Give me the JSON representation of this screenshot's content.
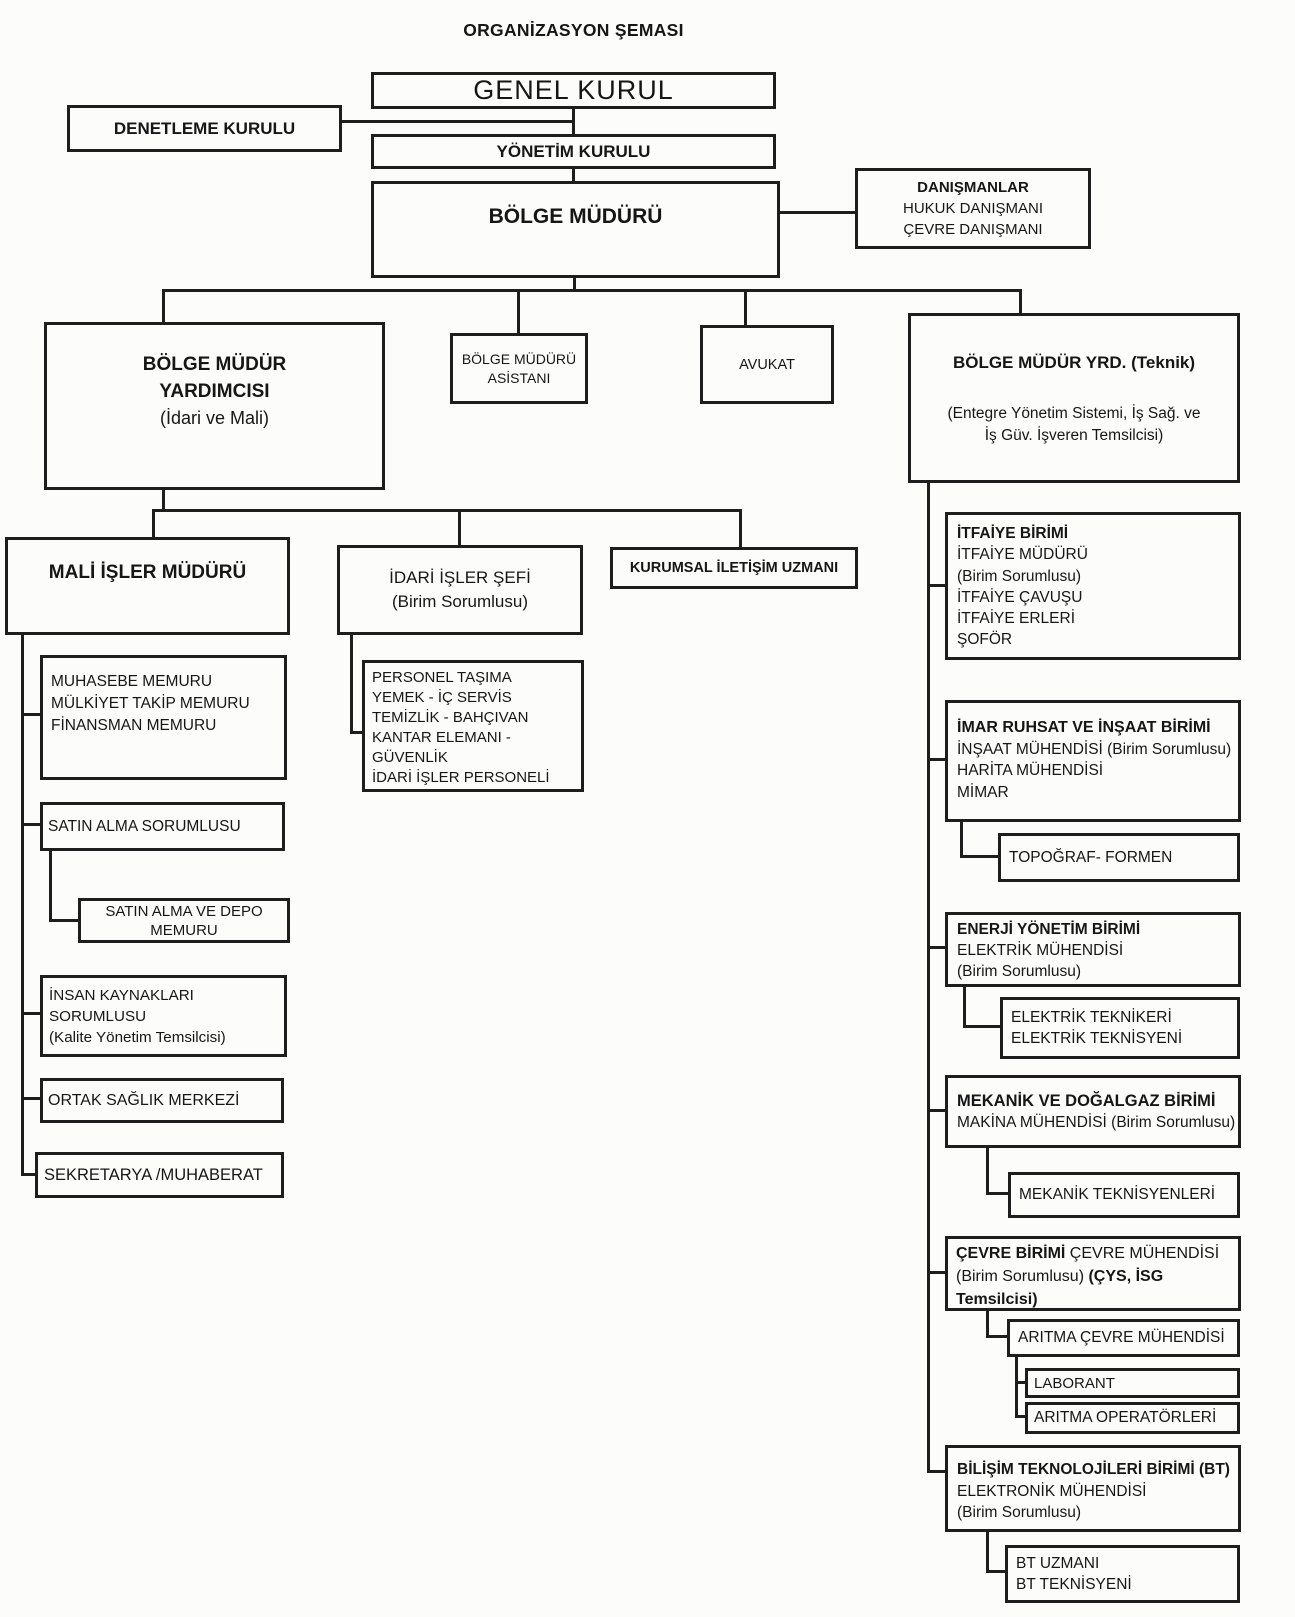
{
  "title": "ORGANİZASYON ŞEMASI",
  "colors": {
    "ink": "#1e1e1e",
    "paper": "#fcfcfb"
  },
  "nodes": {
    "genel_kurul": {
      "label": "GENEL KURUL"
    },
    "denetleme_kurulu": {
      "label": "DENETLEME KURULU"
    },
    "yonetim_kurulu": {
      "label": "YÖNETİM KURULU"
    },
    "bolge_muduru": {
      "label": "BÖLGE MÜDÜRÜ"
    },
    "danismanlar": {
      "title": "DANIŞMANLAR",
      "lines": [
        "HUKUK DANIŞMANI",
        "ÇEVRE DANIŞMANI"
      ]
    },
    "bolge_mudur_yardimcisi": {
      "line1": "BÖLGE MÜDÜR",
      "line2": "YARDIMCISI",
      "line3": "(İdari ve Mali)"
    },
    "bolge_muduru_asistani": {
      "line1": "BÖLGE MÜDÜRÜ",
      "line2": "ASİSTANI"
    },
    "avukat": {
      "label": "AVUKAT"
    },
    "bolge_mudur_yrd_teknik": {
      "title": "BÖLGE MÜDÜR YRD. (Teknik)",
      "subtitle1": "(Entegre Yönetim Sistemi, İş Sağ. ve",
      "subtitle2": "İş Güv. İşveren Temsilcisi)"
    },
    "mali_isler_muduru": {
      "label": "MALİ İŞLER MÜDÜRÜ"
    },
    "idari_isler_sefi": {
      "line1": "İDARİ İŞLER ŞEFİ",
      "line2": "(Birim Sorumlusu)"
    },
    "kurumsal_iletisim_uzmani": {
      "label": "KURUMSAL İLETİŞİM UZMANI"
    },
    "muhasebe": {
      "lines": [
        "MUHASEBE MEMURU",
        "MÜLKİYET TAKİP MEMURU",
        "FİNANSMAN MEMURU"
      ]
    },
    "satin_alma_sorumlusu": {
      "label": "SATIN ALMA SORUMLUSU"
    },
    "satin_alma_depo": {
      "line1": "SATIN ALMA VE DEPO",
      "line2": "MEMURU"
    },
    "insan_kaynaklari": {
      "lines": [
        "İNSAN KAYNAKLARI",
        "SORUMLUSU",
        "(Kalite Yönetim Temsilcisi)"
      ]
    },
    "ortak_saglik": {
      "label": "ORTAK SAĞLIK MERKEZİ"
    },
    "sekretarya": {
      "label": "SEKRETARYA /MUHABERAT"
    },
    "personel": {
      "lines": [
        "PERSONEL TAŞIMA",
        "YEMEK - İÇ SERVİS",
        "TEMİZLİK - BAHÇIVAN",
        "KANTAR ELEMANI -",
        "GÜVENLİK",
        "İDARİ İŞLER PERSONELİ"
      ]
    },
    "itfaiye": {
      "title": "İTFAİYE BİRİMİ",
      "lines": [
        "İTFAİYE MÜDÜRÜ",
        "(Birim Sorumlusu)",
        "İTFAİYE ÇAVUŞU",
        "İTFAİYE ERLERİ",
        "ŞOFÖR"
      ]
    },
    "imar": {
      "title": "İMAR RUHSAT VE İNŞAAT BİRİMİ",
      "lines": [
        "İNŞAAT MÜHENDİSİ (Birim Sorumlusu)",
        "HARİTA MÜHENDİSİ",
        "MİMAR"
      ]
    },
    "topograf": {
      "label": "TOPOĞRAF- FORMEN"
    },
    "enerji": {
      "title": "ENERJİ YÖNETİM BİRİMİ",
      "lines": [
        "ELEKTRİK MÜHENDİSİ",
        "(Birim Sorumlusu)"
      ]
    },
    "elektrik_teknikeri": {
      "lines": [
        "ELEKTRİK TEKNİKERİ",
        "ELEKTRİK TEKNİSYENİ"
      ]
    },
    "mekanik": {
      "title": "MEKANİK VE DOĞALGAZ BİRİMİ",
      "line": "MAKİNA MÜHENDİSİ (Birim Sorumlusu)"
    },
    "mekanik_teknisyenleri": {
      "label": "MEKANİK TEKNİSYENLERİ"
    },
    "cevre": {
      "title_bold": "ÇEVRE BİRİMİ ",
      "mid": "ÇEVRE MÜHENDİSİ (Birim Sorumlusu) ",
      "suffix_bold": "(ÇYS, İSG Temsilcisi)"
    },
    "aritma_cevre": {
      "label": "ARITMA ÇEVRE MÜHENDİSİ"
    },
    "laborant": {
      "label": "LABORANT"
    },
    "aritma_operatorleri": {
      "label": "ARITMA OPERATÖRLERİ"
    },
    "bilisim": {
      "title": "BİLİŞİM TEKNOLOJİLERİ BİRİMİ (BT)",
      "lines": [
        "ELEKTRONİK  MÜHENDİSİ",
        "(Birim Sorumlusu)"
      ]
    },
    "bt": {
      "lines": [
        "BT UZMANI",
        "BT TEKNİSYENİ"
      ]
    }
  }
}
